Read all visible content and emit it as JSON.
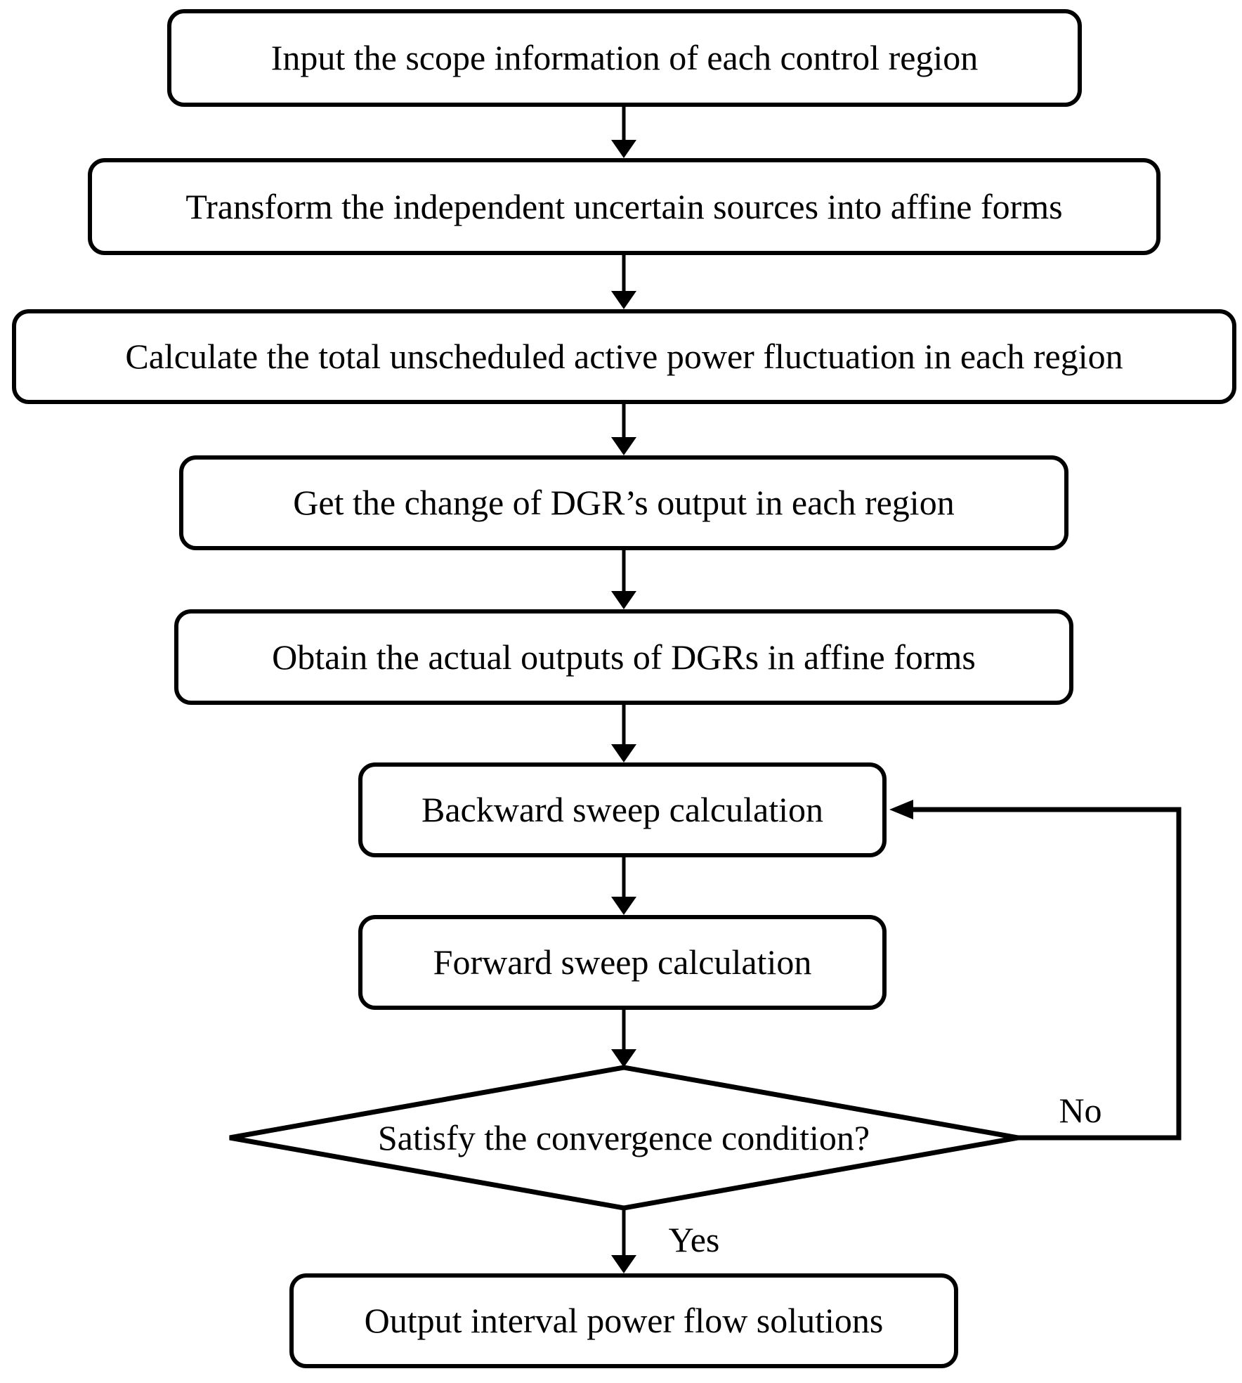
{
  "diagram": {
    "type": "flowchart",
    "colors": {
      "stroke": "#000000",
      "background": "#ffffff",
      "text": "#000000"
    },
    "nodes": [
      {
        "id": "input-scope",
        "shape": "rounded-rectangle",
        "label": "Input the scope information of each control region"
      },
      {
        "id": "transform-sources",
        "shape": "rounded-rectangle",
        "label": "Transform the independent uncertain sources into affine forms"
      },
      {
        "id": "calculate-fluctuation",
        "shape": "rounded-rectangle",
        "label": "Calculate the total unscheduled active power fluctuation in each region"
      },
      {
        "id": "get-dgr-change",
        "shape": "rounded-rectangle",
        "label": "Get the change of DGR’s output in each region"
      },
      {
        "id": "obtain-dgr-outputs",
        "shape": "rounded-rectangle",
        "label": "Obtain the actual outputs of DGRs in affine forms"
      },
      {
        "id": "backward-sweep",
        "shape": "rounded-rectangle",
        "label": "Backward sweep calculation"
      },
      {
        "id": "forward-sweep",
        "shape": "rounded-rectangle",
        "label": "Forward sweep calculation"
      },
      {
        "id": "convergence-check",
        "shape": "diamond",
        "label": "Satisfy the convergence condition?"
      },
      {
        "id": "output-solutions",
        "shape": "rounded-rectangle",
        "label": "Output interval power flow solutions"
      }
    ],
    "edges": [
      {
        "from": "input-scope",
        "to": "transform-sources"
      },
      {
        "from": "transform-sources",
        "to": "calculate-fluctuation"
      },
      {
        "from": "calculate-fluctuation",
        "to": "get-dgr-change"
      },
      {
        "from": "get-dgr-change",
        "to": "obtain-dgr-outputs"
      },
      {
        "from": "obtain-dgr-outputs",
        "to": "backward-sweep"
      },
      {
        "from": "backward-sweep",
        "to": "forward-sweep"
      },
      {
        "from": "forward-sweep",
        "to": "convergence-check"
      },
      {
        "from": "convergence-check",
        "to": "output-solutions",
        "label": "Yes"
      },
      {
        "from": "convergence-check",
        "to": "backward-sweep",
        "label": "No"
      }
    ]
  }
}
